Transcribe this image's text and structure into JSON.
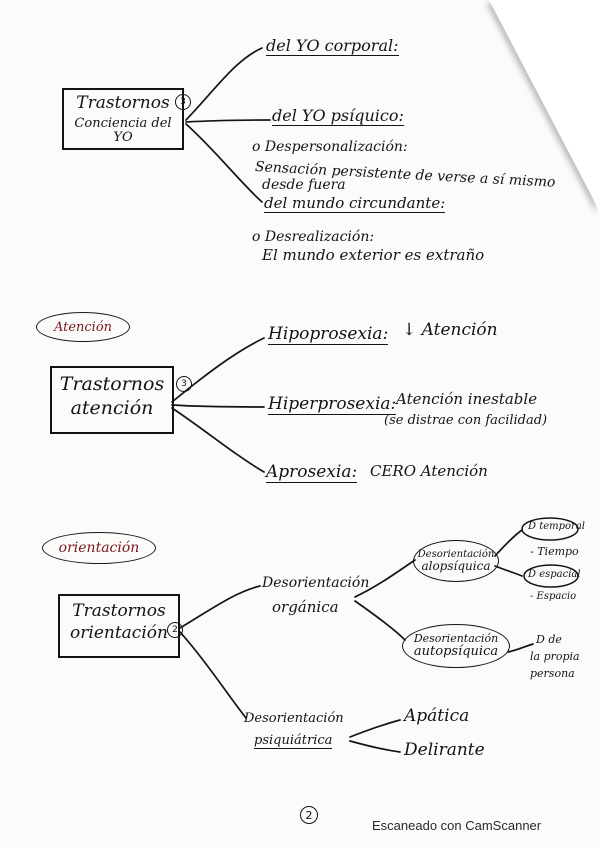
{
  "section1": {
    "box": [
      "Trastornos",
      "Conciencia del YO"
    ],
    "count": "3",
    "b1": "del YO corporal:",
    "b2": "del YO psíquico:",
    "d1_title": "o Despersonalización:",
    "d1_line1": "Sensación persistente de verse a sí mismo",
    "d1_line2": "desde fuera",
    "b3": "del mundo circundante:",
    "d2_title": "o Desrealización:",
    "d2_line1": "El mundo exterior es extraño"
  },
  "section2": {
    "tag": "Atención",
    "box": [
      "Trastornos",
      "atención"
    ],
    "count": "3",
    "b1": "Hipoprosexia:",
    "b1_note": "↓ Atención",
    "b2": "Hiperprosexia:",
    "b2_note": "Atención inestable",
    "b2_note2": "(se distrae con facilidad)",
    "b3": "Aprosexia:",
    "b3_note": "CERO Atención"
  },
  "section3": {
    "tag": "orientación",
    "box": [
      "Trastornos",
      "orientación"
    ],
    "count": "2",
    "org": [
      "Desorientación",
      "orgánica"
    ],
    "alo": [
      "Desorientación",
      "alopsíquica"
    ],
    "auto": [
      "Desorientación",
      "autopsíquica"
    ],
    "dtemp": "D temporal",
    "tiempo": "- Tiempo",
    "despa": "D espacial",
    "espacio": "- Espacio",
    "dpersona": [
      "D de",
      "la propia",
      "persona"
    ],
    "psi": [
      "Desorientación",
      "psiquiátrica"
    ],
    "apatica": "Apática",
    "delirante": "Delirante"
  },
  "page_number": "2",
  "footer": "Escaneado con CamScanner"
}
